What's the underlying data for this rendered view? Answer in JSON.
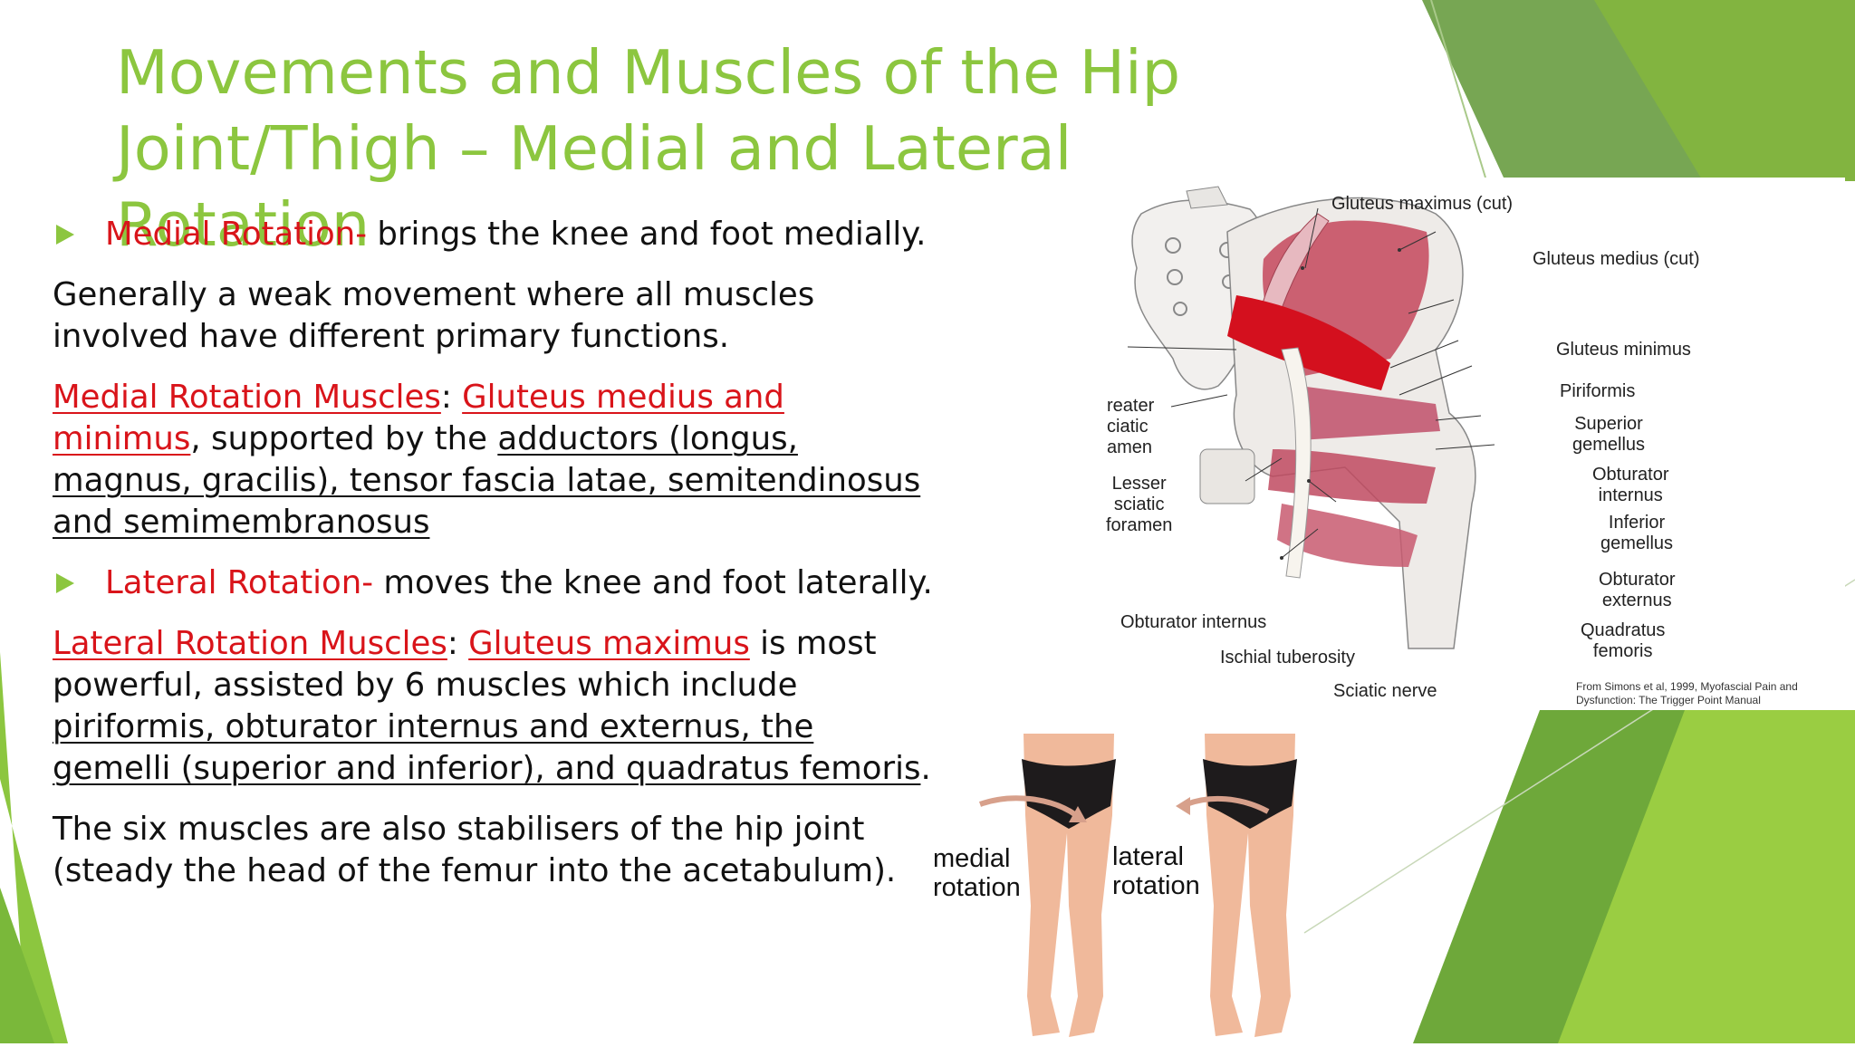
{
  "slide": {
    "title_line1": "Movements and Muscles of the Hip",
    "title_line2": "Joint/Thigh – Medial and Lateral Rotation"
  },
  "content": {
    "medial_heading": "Medial Rotation-",
    "medial_desc": " brings the knee and foot medially.",
    "medial_note": "Generally a weak movement where all muscles involved have different primary functions.",
    "medial_muscles_label": "Medial Rotation Muscles",
    "colon": ": ",
    "medial_primary": "Gluteus medius and minimus",
    "comma": ",",
    "supported_by": " supported by the ",
    "medial_supporting": "adductors (longus, magnus, gracilis), tensor fascia latae, semitendinosus and semimembranosus",
    "lateral_heading": "Lateral Rotation-",
    "lateral_desc": " moves the knee and foot laterally.",
    "lateral_muscles_label": "Lateral Rotation Muscles",
    "lateral_primary": "Gluteus maximus",
    "lateral_mid": " is most powerful, assisted by 6 muscles which include ",
    "lateral_six": "piriformis, obturator internus and externus, the gemelli (superior and inferior), and quadratus femoris",
    "period": ".",
    "stabiliser_note": "The six muscles are also stabilisers of the hip joint (steady the head of the femur into the acetabulum)."
  },
  "anatomy_figure": {
    "labels": {
      "gluteus_maximus_cut": "Gluteus maximus (cut)",
      "gluteus_medius_cut": "Gluteus medius (cut)",
      "gluteus_minimus": "Gluteus minimus",
      "piriformis": "Piriformis",
      "superior_gemellus_1": "Superior",
      "superior_gemellus_2": "gemellus",
      "obturator_internus_1": "Obturator",
      "obturator_internus_2": "internus",
      "inferior_gemellus_1": "Inferior",
      "inferior_gemellus_2": "gemellus",
      "obturator_externus_1": "Obturator",
      "obturator_externus_2": "externus",
      "quadratus_femoris_1": "Quadratus",
      "quadratus_femoris_2": "femoris",
      "greater_sciatic_1": "reater",
      "greater_sciatic_2": "ciatic",
      "greater_sciatic_3": "amen",
      "lesser_sciatic_1": "Lesser",
      "lesser_sciatic_2": "sciatic",
      "lesser_sciatic_3": "foramen",
      "obturator_internus_bottom": "Obturator internus",
      "ischial_tuberosity": "Ischial tuberosity",
      "sciatic_nerve": "Sciatic nerve"
    },
    "credit_line1": "From Simons et al, 1999, Myofascial Pain and",
    "credit_line2": "Dysfunction: The Trigger Point Manual"
  },
  "rotation_photo": {
    "medial_1": "medial",
    "medial_2": "rotation",
    "lateral_1": "lateral",
    "lateral_2": "rotation"
  },
  "colors": {
    "title_green": "#8cc63f",
    "accent_red": "#d9141a",
    "muscle_red": "#c4485c",
    "piriformis_red": "#d4101e"
  }
}
